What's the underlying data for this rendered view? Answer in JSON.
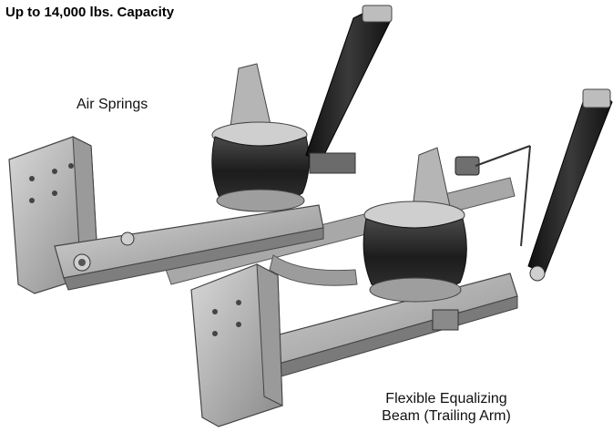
{
  "title": "Up to 14,000 lbs. Capacity",
  "labels": {
    "air_springs": "Air Springs",
    "beam_line1": "Flexible Equalizing",
    "beam_line2": "Beam (Trailing Arm)"
  },
  "colors": {
    "metal": "#b9b9b9",
    "metal_dark": "#7c7c7c",
    "rubber": "#2a2a2a",
    "shock": "#1f1f1f"
  }
}
